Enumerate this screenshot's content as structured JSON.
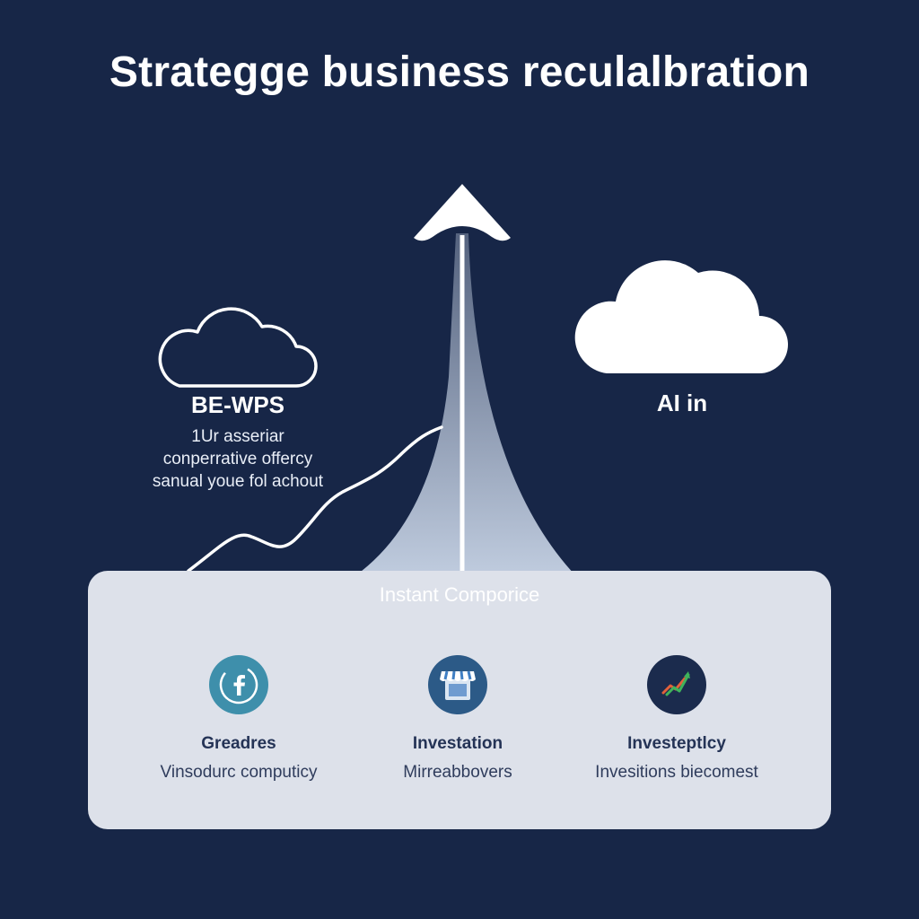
{
  "title": "Strategge business reculalbration",
  "left_section": {
    "heading": "BE-WPS",
    "lines": [
      "1Ur asseriar",
      "conperrative offercy",
      "sanual youe fol achout"
    ]
  },
  "right_section": {
    "label": "AI in"
  },
  "panel": {
    "title": "Instant Comporice",
    "features": [
      {
        "icon": "facebook-icon",
        "name": "Greadres",
        "description": "Vinsodurc computicy",
        "icon_bg": "#3e8fab"
      },
      {
        "icon": "storefront-icon",
        "name": "Investation",
        "description": "Mirreabbovers",
        "icon_bg": "#2c5a87"
      },
      {
        "icon": "trend-chart-icon",
        "name": "Investeptlcy",
        "description": "Invesitions biecomest",
        "icon_bg": "#1b2b4d"
      }
    ]
  },
  "colors": {
    "background": "#172647",
    "panel": "#dde1ea",
    "accent": "#ffffff",
    "heading_text": "#243356"
  }
}
